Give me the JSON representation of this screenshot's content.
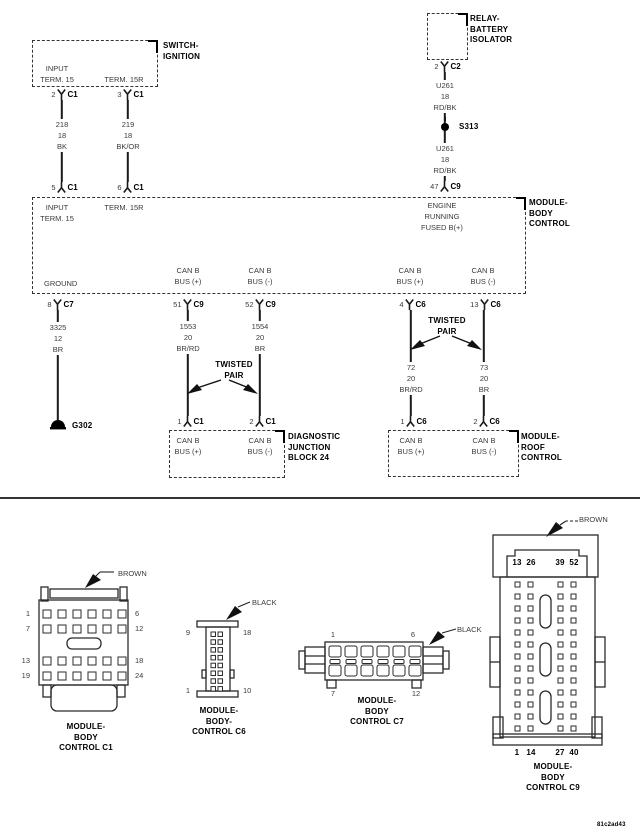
{
  "components": {
    "switch_ignition": {
      "name": "SWITCH-\nIGNITION",
      "input": "INPUT\nTERM. 15",
      "term15r": "TERM. 15R"
    },
    "relay": {
      "name": "RELAY-\nBATTERY\nISOLATOR"
    },
    "module_body": {
      "name": "MODULE-\nBODY\nCONTROL",
      "input": "INPUT\nTERM. 15",
      "term15r": "TERM. 15R",
      "engine": "ENGINE\nRUNNING\nFUSED B(+)",
      "ground": "GROUND",
      "can1p": "CAN B\nBUS (+)",
      "can1m": "CAN B\nBUS (-)",
      "can2p": "CAN B\nBUS (+)",
      "can2m": "CAN B\nBUS (-)"
    },
    "djb": {
      "name": "DIAGNOSTIC\nJUNCTION\nBLOCK 24",
      "canp": "CAN B\nBUS (+)",
      "canm": "CAN B\nBUS (-)"
    },
    "roof": {
      "name": "MODULE-\nROOF\nCONTROL",
      "canp": "CAN B\nBUS (+)",
      "canm": "CAN B\nBUS (-)"
    }
  },
  "pins": [
    {
      "num": "2",
      "conn": "C1"
    },
    {
      "num": "3",
      "conn": "C1"
    },
    {
      "num": "5",
      "conn": "C1"
    },
    {
      "num": "6",
      "conn": "C1"
    },
    {
      "num": "2",
      "conn": "C2"
    },
    {
      "num": "47",
      "conn": "C9"
    },
    {
      "num": "8",
      "conn": "C7"
    },
    {
      "num": "51",
      "conn": "C9"
    },
    {
      "num": "52",
      "conn": "C9"
    },
    {
      "num": "4",
      "conn": "C6"
    },
    {
      "num": "13",
      "conn": "C6"
    },
    {
      "num": "1",
      "conn": "C1"
    },
    {
      "num": "2",
      "conn": "C1"
    },
    {
      "num": "1",
      "conn": "C6"
    },
    {
      "num": "2",
      "conn": "C6"
    }
  ],
  "wires": [
    {
      "circuit": "218",
      "gauge": "18",
      "color": "BK"
    },
    {
      "circuit": "219",
      "gauge": "18",
      "color": "BK/OR"
    },
    {
      "circuit": "U261",
      "gauge": "18",
      "color": "RD/BK"
    },
    {
      "circuit": "U261",
      "gauge": "18",
      "color": "RD/BK"
    },
    {
      "circuit": "3325",
      "gauge": "12",
      "color": "BR"
    },
    {
      "circuit": "1553",
      "gauge": "20",
      "color": "BR/RD"
    },
    {
      "circuit": "1554",
      "gauge": "20",
      "color": "BR"
    },
    {
      "circuit": "72",
      "gauge": "20",
      "color": "BR/RD"
    },
    {
      "circuit": "73",
      "gauge": "20",
      "color": "BR"
    }
  ],
  "splice": "S313",
  "ground_id": "G302",
  "twisted_pair": "TWISTED\nPAIR",
  "connectors": [
    {
      "id": "C1",
      "color": "BROWN",
      "caption": "MODULE-\nBODY\nCONTROL C1",
      "left": [
        "1",
        "7",
        "13",
        "19"
      ],
      "right": [
        "6",
        "12",
        "18",
        "24"
      ]
    },
    {
      "id": "C6",
      "color": "BLACK",
      "caption": "MODULE-\nBODY-\nCONTROL C6",
      "tl": "9",
      "tr": "18",
      "bl": "1",
      "br": "10"
    },
    {
      "id": "C7",
      "color": "BLACK",
      "caption": "MODULE-\nBODY\nCONTROL C7",
      "tl": "1",
      "tr": "6",
      "bl": "7",
      "br": "12"
    },
    {
      "id": "C9",
      "color": "BROWN",
      "caption": "MODULE-\nBODY\nCONTROL C9",
      "top": [
        "13",
        "26",
        "39",
        "52"
      ],
      "bottom": [
        "1",
        "14",
        "27",
        "40"
      ]
    }
  ],
  "footer_code": "81c2ad43"
}
